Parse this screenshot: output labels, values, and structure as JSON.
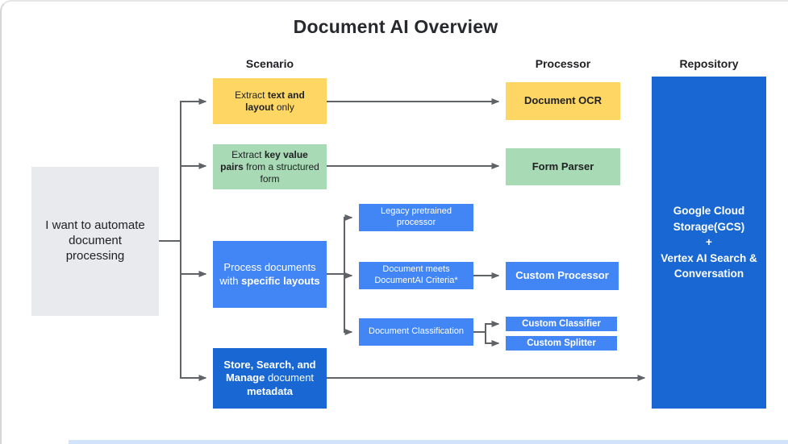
{
  "title": "Document AI Overview",
  "columns": {
    "scenario": "Scenario",
    "processor": "Processor",
    "repository": "Repository"
  },
  "intro": {
    "text": "I want to automate document processing"
  },
  "scenarios": {
    "extract_text": {
      "pre": "Extract ",
      "bold": "text and layout",
      "post": " only"
    },
    "extract_kv": {
      "pre": "Extract ",
      "bold": "key value pairs",
      "post": " from a structured form"
    },
    "specific_layouts": {
      "pre": "Process documents with ",
      "bold": "specific layouts"
    },
    "store_search": {
      "bold1": "Store, Search, and Manage",
      "mid": " document ",
      "bold2": "metadata"
    }
  },
  "intermediate": {
    "legacy": "Legacy pretrained processor",
    "criteria": "Document meets DocumentAI Criteria*",
    "classification": "Document Classification"
  },
  "processors": {
    "ocr": "Document OCR",
    "form_parser": "Form Parser",
    "custom_processor": "Custom Processor",
    "custom_classifier": "Custom Classifier",
    "custom_splitter": "Custom Splitter"
  },
  "repository": {
    "line1": "Google Cloud Storage(GCS)",
    "line2": "+",
    "line3": "Vertex AI Search & Conversation"
  },
  "colors": {
    "yellow": "#FDD663",
    "green": "#A8DAB5",
    "blue": "#4285F4",
    "dark_blue": "#1967D2",
    "gray_box": "#E8EAED",
    "arrow": "#5F6368",
    "text_dark": "#202124"
  }
}
